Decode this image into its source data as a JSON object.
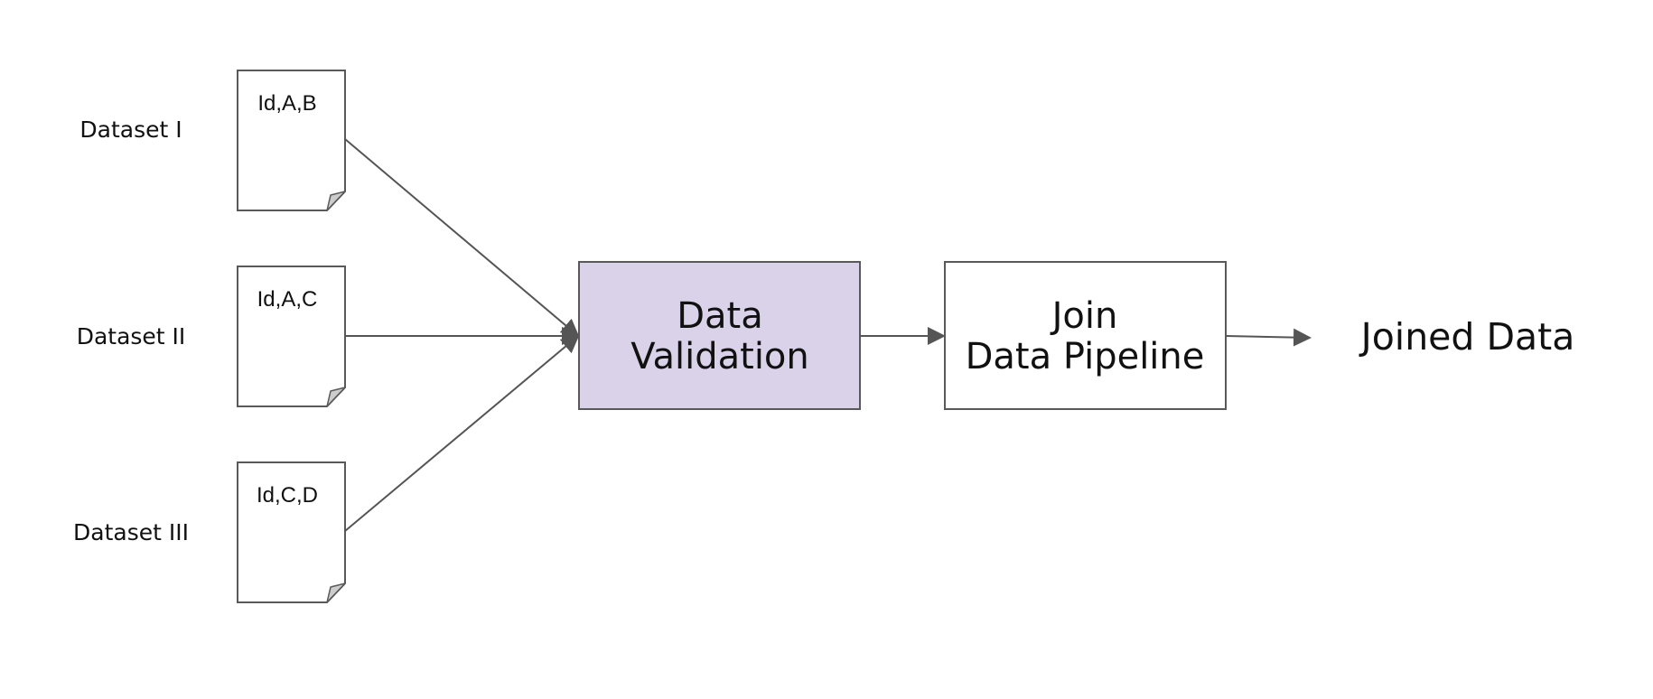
{
  "datasets": [
    {
      "label": "Dataset I",
      "columns": "Id,A,B"
    },
    {
      "label": "Dataset II",
      "columns": "Id,A,C"
    },
    {
      "label": "Dataset III",
      "columns": "Id,C,D"
    }
  ],
  "validation": {
    "line1": "Data",
    "line2": "Validation",
    "fill": "#d9d2e9"
  },
  "pipeline": {
    "line1": "Join",
    "line2": "Data Pipeline",
    "fill": "#ffffff"
  },
  "output": {
    "label": "Joined Data"
  },
  "colors": {
    "stroke": "#595959",
    "connector": "#555555",
    "fold": "#cccccc"
  }
}
